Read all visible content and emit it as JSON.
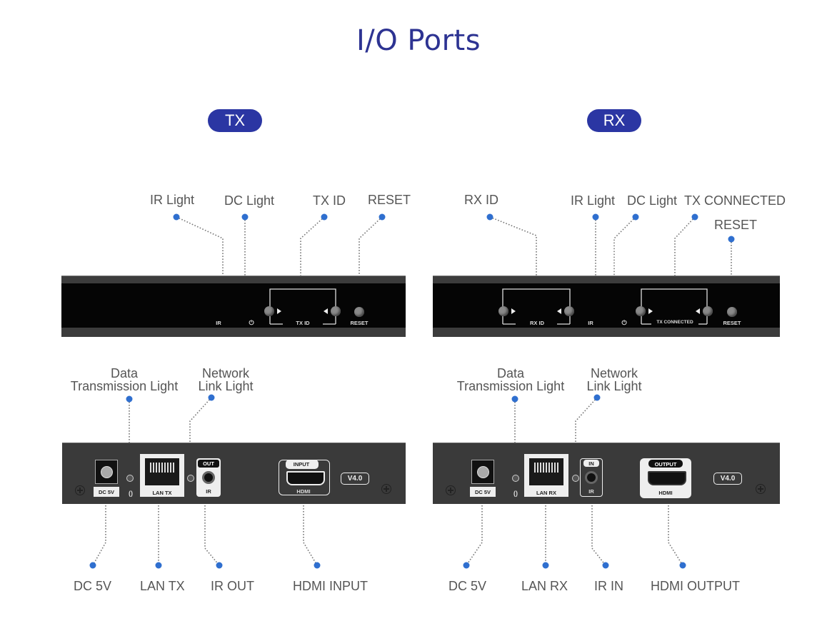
{
  "title": "I/O Ports",
  "tx": {
    "badge": "TX",
    "front_labels": {
      "ir_light": "IR Light",
      "dc_light": "DC Light",
      "tx_id": "TX ID",
      "reset": "RESET"
    },
    "front_panel_text": {
      "ir": "IR",
      "tx_id": "TX ID",
      "reset": "RESET",
      "power_symbol": "⏻"
    },
    "back_labels": {
      "data_light_line1": "Data",
      "data_light_line2": "Transmission Light",
      "link_line1": "Network",
      "link_line2": "Link Light"
    },
    "back_panel_text": {
      "dc": "DC 5V",
      "lan": "LAN TX",
      "ir_tag": "OUT",
      "ir": "IR",
      "hdmi_tag": "INPUT",
      "hdmi": "HDMI",
      "version": "V4.0"
    },
    "bottom_labels": {
      "dc": "DC 5V",
      "lan": "LAN TX",
      "ir": "IR OUT",
      "hdmi": "HDMI INPUT"
    }
  },
  "rx": {
    "badge": "RX",
    "front_labels": {
      "rx_id": "RX ID",
      "ir_light": "IR Light",
      "dc_light": "DC Light",
      "tx_connected": "TX CONNECTED",
      "reset": "RESET"
    },
    "front_panel_text": {
      "rx_id": "RX ID",
      "ir": "IR",
      "tx_connected": "TX CONNECTED",
      "reset": "RESET",
      "power_symbol": "⏻"
    },
    "back_labels": {
      "data_light_line1": "Data",
      "data_light_line2": "Transmission Light",
      "link_line1": "Network",
      "link_line2": "Link Light"
    },
    "back_panel_text": {
      "dc": "DC 5V",
      "lan": "LAN RX",
      "ir_tag": "IN",
      "ir": "IR",
      "hdmi_tag": "OUTPUT",
      "hdmi": "HDMI",
      "version": "V4.0"
    },
    "bottom_labels": {
      "dc": "DC 5V",
      "lan": "LAN RX",
      "ir": "IR IN",
      "hdmi": "HDMI OUTPUT"
    }
  },
  "colors": {
    "title": "#2d3392",
    "badge": "#2b36a3",
    "dot": "#2f6fcf",
    "label": "#555555",
    "panel": "#0a0a0a",
    "chassis": "#3a3a3a"
  }
}
